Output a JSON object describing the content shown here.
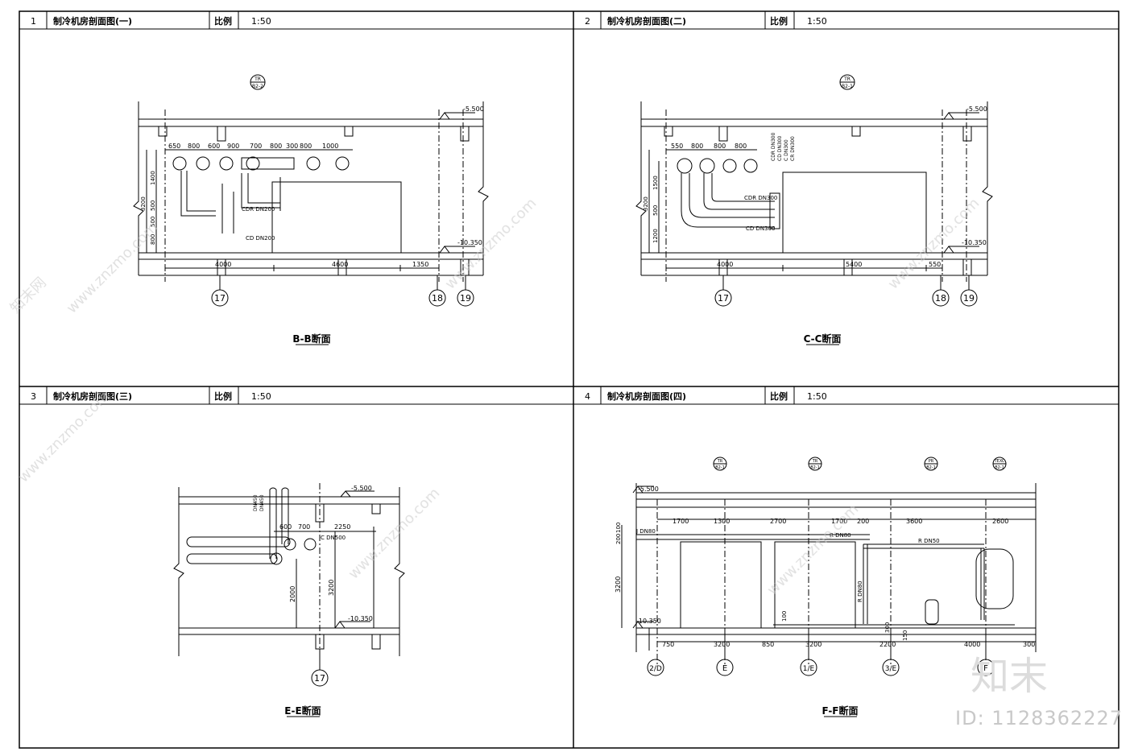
{
  "panels": [
    {
      "num": "1",
      "title": "制冷机房剖面图(一)",
      "scale_label": "比例",
      "scale": "1:50",
      "caption": "B-B断面",
      "elev_top": "-5.500",
      "elev_bot": "-10.350",
      "dims_top": [
        "650",
        "800",
        "600",
        "900",
        "700",
        "800",
        "300",
        "800",
        "1000"
      ],
      "dims_bot": [
        "4000",
        "4600",
        "1350"
      ],
      "dims_v": [
        "3200",
        "1400",
        "500",
        "500",
        "800"
      ],
      "pipe_labels": [
        "CDR DN200",
        "CD DN200"
      ],
      "axes": [
        "17",
        "18",
        "19"
      ],
      "tag": "TR|B2-2"
    },
    {
      "num": "2",
      "title": "制冷机房剖面图(二)",
      "scale_label": "比例",
      "scale": "1:50",
      "caption": "C-C断面",
      "elev_top": "-5.500",
      "elev_bot": "-10.350",
      "dims_top": [
        "550",
        "800",
        "800",
        "800"
      ],
      "dims_bot": [
        "4000",
        "5400",
        "550"
      ],
      "dims_v": [
        "3200",
        "1500",
        "500",
        "1200"
      ],
      "pipe_labels": [
        "CDR DN300",
        "CD DN300",
        "CDR DN300",
        "CD DN300",
        "C DN300",
        "CR DN300"
      ],
      "axes": [
        "17",
        "18",
        "19"
      ],
      "tag": "TR|B2-1"
    },
    {
      "num": "3",
      "title": "制冷机房剖面图(三)",
      "scale_label": "比例",
      "scale": "1:50",
      "caption": "E-E断面",
      "elev_top": "-5.500",
      "elev_bot": "-10.350",
      "dims_top": [
        "600",
        "700",
        "2250"
      ],
      "dims_v": [
        "3200",
        "2000"
      ],
      "pipe_labels": [
        "C DN500",
        "DN450",
        "DN450"
      ],
      "axes": [
        "17"
      ]
    },
    {
      "num": "4",
      "title": "制冷机房剖面图(四)",
      "scale_label": "比例",
      "scale": "1:50",
      "caption": "F-F断面",
      "elev_top": "-5.500",
      "elev_bot": "-10.350",
      "dims_top": [
        "1700",
        "1300",
        "2700",
        "1700",
        "200",
        "3600",
        "2600"
      ],
      "dims_bot": [
        "750",
        "3200",
        "850",
        "3200",
        "2200",
        "4000",
        "300"
      ],
      "dims_v": [
        "3200",
        "200",
        "100",
        "100",
        "300",
        "150"
      ],
      "pipe_labels": [
        "J DN80",
        "R DN80",
        "R DN50",
        "R DN80"
      ],
      "axes": [
        "2/D",
        "E",
        "1/E",
        "3/E",
        "F"
      ],
      "tags": [
        "TR|B2-1",
        "TR|B2-1",
        "PR|B2-1",
        "TEXC|B2-1"
      ]
    }
  ],
  "watermark": {
    "site": "www.znzmo.com",
    "brand": "知末网",
    "logo": "知末",
    "id": "ID: 1128362227"
  },
  "colors": {
    "line": "#000000",
    "watermark": "#c8c8c8"
  }
}
